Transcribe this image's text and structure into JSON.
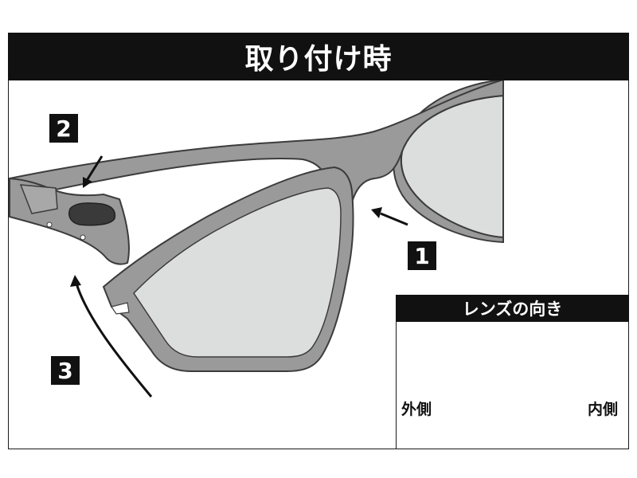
{
  "title": "取り付け時",
  "steps": [
    "1",
    "2",
    "3"
  ],
  "inset": {
    "title": "レンズの向き",
    "outer_label": "外側",
    "inner_label": "内側"
  },
  "colors": {
    "frame_gray": "#9a9a9a",
    "frame_outline": "#3c3c3c",
    "lens_fill": "#dcdedd",
    "header_black": "#111111"
  }
}
